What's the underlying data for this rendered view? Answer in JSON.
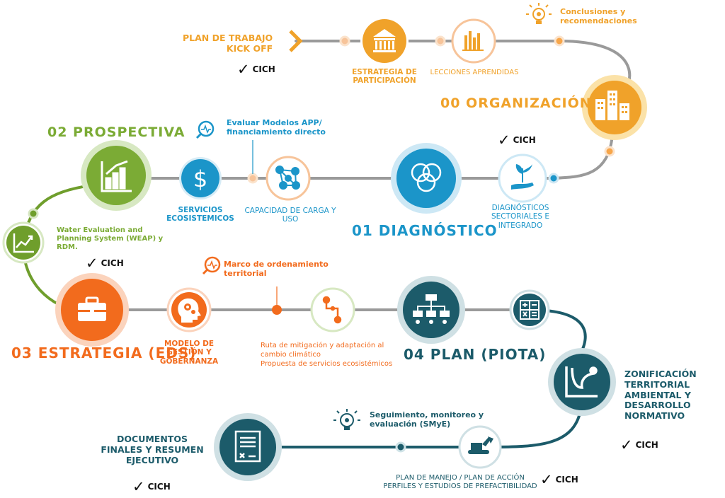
{
  "organizacion": {
    "title": "00 ORGANIZACIÓN",
    "plan_trabajo": [
      "PLAN DE TRABAJO",
      "KICK OFF"
    ],
    "estrategia": [
      "ESTRATEGIA DE",
      "PARTICIPACIÓN"
    ],
    "lecciones": "LECCIONES APRENDIDAS",
    "conclusiones": [
      "Conclusiones y",
      "recomendaciones"
    ],
    "check": "CICH"
  },
  "diagnostico": {
    "title": "01 DIAGNÓSTICO",
    "diag_sect": [
      "DIAGNÓSTICOS",
      "SECTORIALES E",
      "INTEGRADO"
    ],
    "check": "CICH"
  },
  "prospectiva": {
    "title": "02 PROSPECTIVA",
    "servicios": [
      "SERVICIOS",
      "ECOSISTEMICOS"
    ],
    "capacidad": [
      "CAPACIDAD DE CARGA Y",
      "USO"
    ],
    "evaluar": [
      "Evaluar Modelos APP/",
      "financiamiento directo"
    ],
    "weap": [
      "Water Evaluation and",
      "Planning System (WEAP) y",
      "RDM."
    ],
    "check": "CICH"
  },
  "estrategia": {
    "title": "03 ESTRATEGIA (EDS)",
    "modelo": [
      "MODELO DE",
      "GESTIÓN Y",
      "GOBERNANZA"
    ],
    "marco": [
      "Marco de ordenamiento",
      "territorial"
    ],
    "ruta": [
      "Ruta de mitigación y adaptación al",
      "cambio climático",
      "Propuesta de servicios ecosistémicos"
    ]
  },
  "plan": {
    "title": "04 PLAN (PIOTA)",
    "zonificacion": [
      "ZONIFICACIÓN",
      "TERRITORIAL",
      "AMBIENTAL Y",
      "DESARROLLO",
      "NORMATIVO"
    ],
    "check_zon": "CICH",
    "seguimiento": [
      "Seguimiento, monitoreo y",
      "evaluación (SMyE)"
    ],
    "plan_manejo": [
      "PLAN DE MANEJO / PLAN DE ACCIÓN",
      "PERFILES Y ESTUDIOS DE PREFACTIBILIDAD"
    ],
    "check_pm": "CICH",
    "documentos": [
      "DOCUMENTOS",
      "FINALES Y RESUMEN",
      "EJECUTIVO"
    ],
    "check_doc": "CICH"
  },
  "colors": {
    "orange": "#f0a22a",
    "green": "#7bab35",
    "blue": "#1b95c9",
    "red_orange": "#f26b1d",
    "teal": "#1c5b6a",
    "road": "#8a8a8a"
  }
}
